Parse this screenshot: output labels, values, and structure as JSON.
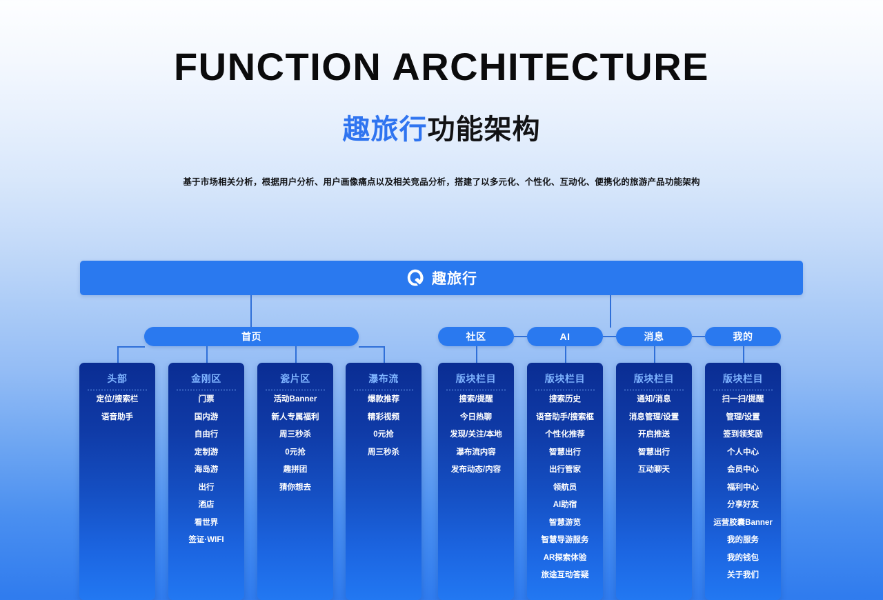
{
  "header": {
    "main_title": "FUNCTION ARCHITECTURE",
    "sub_title_accent": "趣旅行",
    "sub_title_rest": "功能架构",
    "description": "基于市场相关分析，根据用户分析、用户画像痛点以及相关竞品分析，搭建了以多元化、个性化、互动化、便携化的旅游产品功能架构"
  },
  "colors": {
    "accent": "#2a79ef",
    "accent_text": "#2f74f0",
    "card_title": "#7fb4ff",
    "line": "#2f6fd8",
    "card_top": "#0a2d93",
    "card_bottom": "#2278f2"
  },
  "root": {
    "logo_icon": "qu-travel-logo-icon",
    "label": "趣旅行"
  },
  "level2": [
    {
      "label": "首页"
    },
    {
      "label": "社区"
    },
    {
      "label": "AI"
    },
    {
      "label": "消息"
    },
    {
      "label": "我的"
    }
  ],
  "columns": [
    {
      "title": "头部",
      "items": [
        "定位/搜索栏",
        "语音助手"
      ]
    },
    {
      "title": "金刚区",
      "items": [
        "门票",
        "国内游",
        "自由行",
        "定制游",
        "海岛游",
        "出行",
        "酒店",
        "看世界",
        "签证·WIFI"
      ]
    },
    {
      "title": "瓷片区",
      "items": [
        "活动Banner",
        "新人专属福利",
        "周三秒杀",
        "0元抢",
        "趣拼团",
        "猜你想去"
      ]
    },
    {
      "title": "瀑布流",
      "items": [
        "爆款推荐",
        "精彩视频",
        "0元抢",
        "周三秒杀"
      ]
    },
    {
      "title": "版块栏目",
      "items": [
        "搜索/提醒",
        "今日热聊",
        "发现/关注/本地",
        "瀑布流内容",
        "发布动态/内容"
      ]
    },
    {
      "title": "版块栏目",
      "items": [
        "搜索历史",
        "语音助手/搜索框",
        "个性化推荐",
        "智慧出行",
        "出行管家",
        "领航员",
        "AI助宿",
        "智慧游览",
        "智慧导游服务",
        "AR探索体验",
        "旅途互动答疑"
      ]
    },
    {
      "title": "版块栏目",
      "items": [
        "通知/消息",
        "消息管理/设置",
        "开启推送",
        "智慧出行",
        "互动聊天"
      ]
    },
    {
      "title": "版块栏目",
      "items": [
        "扫一扫/提醒",
        "管理/设置",
        "签到领奖励",
        "个人中心",
        "会员中心",
        "福利中心",
        "分享好友",
        "运营胶囊Banner",
        "我的服务",
        "我的钱包",
        "关于我们"
      ]
    }
  ]
}
